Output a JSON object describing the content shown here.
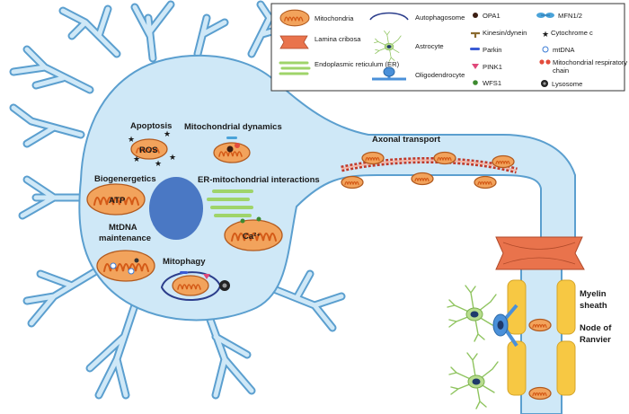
{
  "legend": {
    "col1": [
      "Mitochondria",
      "Lamina cribosa",
      "Endoplasmic reticulum (ER)"
    ],
    "col2": [
      "Autophagosome",
      "Astrocyte",
      "Oligodendrocyte"
    ],
    "col3": [
      "OPA1",
      "Kinesin/dynein",
      "Parkin",
      "PINK1",
      "WFS1"
    ],
    "col4": [
      "MFN1/2",
      "Cytochrome c",
      "mtDNA",
      "Mitochondrial respiratory chain",
      "Lysosome"
    ]
  },
  "labels": {
    "apoptosis": "Apoptosis",
    "ros": "ROS",
    "mito_dynamics": "Mitochondrial dynamics",
    "biogenetics": "Biogenergetics",
    "atp": "ATP",
    "er_mito": "ER-mitochondrial interactions",
    "calcium": "Ca²⁺",
    "mtdna_maintenance_1": "MtDNA",
    "mtdna_maintenance_2": "maintenance",
    "mitophagy": "Mitophagy",
    "axonal_transport": "Axonal transport",
    "myelin_1": "Myelin",
    "myelin_2": "sheath",
    "node_1": "Node of",
    "node_2": "Ranvier"
  },
  "colors": {
    "neuron_fill": "#cfe8f7",
    "neuron_outline": "#5b9fcf",
    "mitochondria": "#f2a35c",
    "er": "#9fd46a",
    "nucleus": "#4a78c4",
    "myelin": "#f7c843",
    "lamina": "#e9734c",
    "microtubule": "#c0392b",
    "astrocyte": "#a9d67a",
    "oligodendrocyte": "#4a90d9"
  }
}
